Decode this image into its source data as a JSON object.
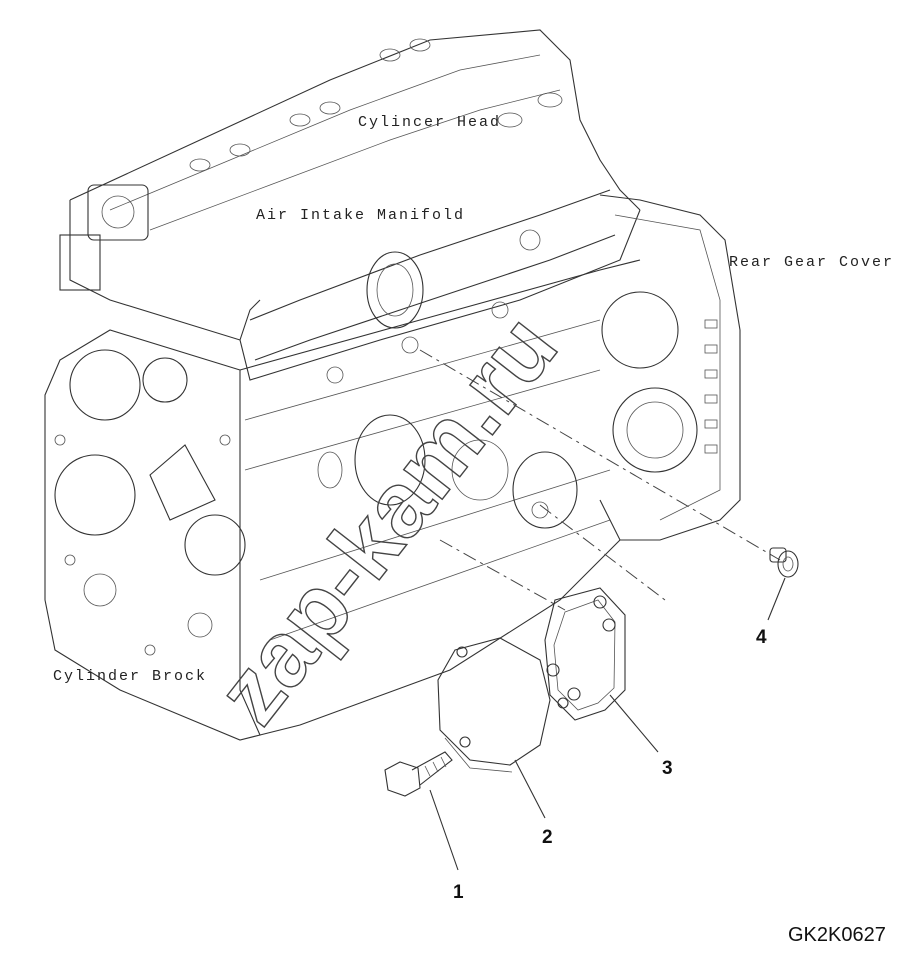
{
  "labels": {
    "cylinder_head": "Cylincer Head",
    "air_intake_manifold": "Air Intake Manifold",
    "rear_gear_cover": "Rear Gear Cover",
    "cylinder_block": "Cylinder Brock"
  },
  "callouts": [
    {
      "id": "1",
      "part": "bolt"
    },
    {
      "id": "2",
      "part": "cover-plate"
    },
    {
      "id": "3",
      "part": "gasket"
    },
    {
      "id": "4",
      "part": "plug"
    }
  ],
  "drawing_id": "GK2K0627",
  "watermark": "zap-kam.ru",
  "colors": {
    "line": "#333333",
    "text": "#222222",
    "background": "#ffffff"
  }
}
